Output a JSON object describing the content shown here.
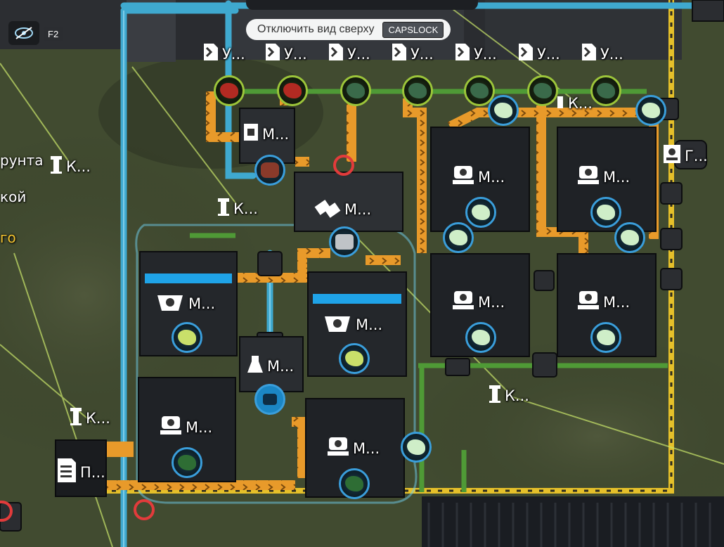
{
  "hud": {
    "hint_text": "Отключить вид сверху",
    "hint_key": "CAPSLOCK",
    "f2_key": "F2"
  },
  "side_labels": [
    "рунта",
    "кой",
    "го"
  ],
  "labels": {
    "u": "У...",
    "m": "М...",
    "k": "К...",
    "g": "Г...",
    "p": "П..."
  },
  "colors": {
    "ground": "#3f4a2e",
    "conveyor": "#e89a2a",
    "pipe": "#3fa9cf",
    "boundary": "#e5c02a",
    "badge_blue": "#3a9edb",
    "badge_green": "#9cc53a",
    "machine_accent": "#1fa3e8"
  },
  "icons": {
    "unloader": "unloader-icon",
    "smelter": "smelter-icon",
    "assembler": "assembler-icon",
    "core": "core-icon",
    "pylon": "pylon-icon",
    "no_entry": "no-entry-icon",
    "hidden_eye": "eye-slash-icon"
  }
}
